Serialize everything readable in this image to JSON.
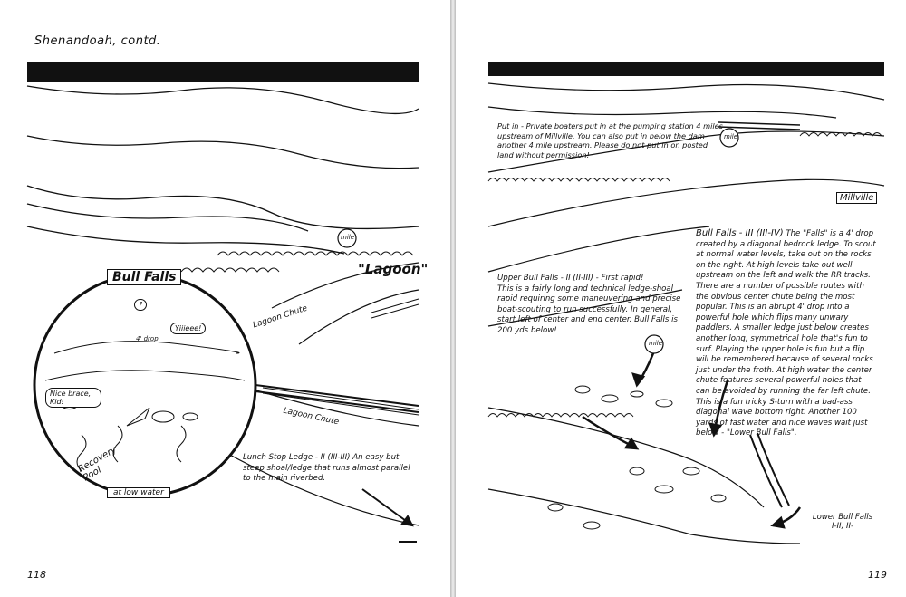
{
  "left_page": {
    "running_head": "Shenandoah, contd.",
    "page_number": "118",
    "labels": {
      "lagoon": "\"Lagoon\"",
      "lagoon_chute_1": "Lagoon Chute",
      "lagoon_chute_2": "Lagoon Chute",
      "mile_marker": "mile"
    },
    "inset": {
      "title": "Bull Falls",
      "footer": "at low water",
      "bubble_1": "Yiiieee!",
      "bubble_2": "?",
      "bubble_3": "Nice brace, Kid!",
      "recovery": "Recovery Pool",
      "drop": "4' drop"
    },
    "lunch_stop": {
      "heading": "Lunch Stop Ledge - II (III-III)",
      "text": "An easy but steep shoal/ledge that runs almost parallel to the main riverbed."
    }
  },
  "right_page": {
    "page_number": "119",
    "labels": {
      "millville": "Millville",
      "mile_marker": "mile",
      "lower_bull_falls": "Lower Bull Falls I-II, II-"
    },
    "put_in": {
      "text": "Put in - Private boaters put in at the pumping station 4 miles upstream of Millville. You can also put in below the dam another 4 mile upstream. Please do not put in on posted land without permission!"
    },
    "upper_bull_falls": {
      "heading": "Upper Bull Falls - II (II-III) - First rapid!",
      "text": "This is a fairly long and technical ledge-shoal rapid requiring some maneuvering and precise boat-scouting to run successfully. In general, start left of center and end center. Bull Falls is 200 yds below!"
    },
    "bull_falls": {
      "heading": "Bull Falls - III (III-IV)",
      "text": "The \"Falls\" is a 4' drop created by a diagonal bedrock ledge. To scout at normal water levels, take out on the rocks on the right. At high levels take out well upstream on the left and walk the RR tracks. There are a number of possible routes with the obvious center chute being the most popular. This is an abrupt 4' drop into a powerful hole which flips many unwary paddlers. A smaller ledge just below creates another long, symmetrical hole that's fun to surf. Playing the upper hole is fun but a flip will be remembered because of several rocks just under the froth. At high water the center chute features several powerful holes that can be avoided by running the far left chute. This is a fun tricky S-turn with a bad-ass diagonal wave bottom right. Another 100 yards of fast water and nice waves wait just below - \"Lower Bull Falls\"."
    }
  },
  "colors": {
    "ink": "#111111",
    "paper": "#ffffff"
  }
}
